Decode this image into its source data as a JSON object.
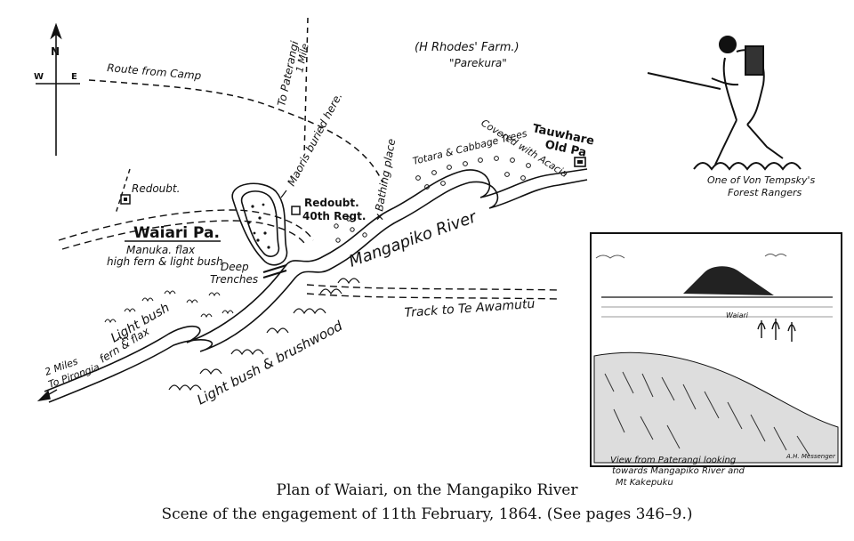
{
  "map": {
    "compass": {
      "n": "N",
      "w": "W",
      "e": "E"
    },
    "farm_line1": "(H Rhodes' Farm.)",
    "farm_line2": "\"Parekura\"",
    "labels": {
      "route_from_camp": "Route from Camp",
      "to_paterangi": "To Paterangi",
      "one_mile": "1 Mile",
      "maoris_buried": "Maoris buried here.",
      "bathing_place": "Bathing place",
      "totara": "Totara & Cabbage Trees",
      "covered_with": "Covered with Acacia",
      "tauwhare": "Tauwhare",
      "old_pa": "Old Pa",
      "redoubt_left": "Redoubt.",
      "redoubt_40th_1": "Redoubt.",
      "redoubt_40th_2": "40th Regt.",
      "waiari_pa": "Waiari Pa.",
      "manuka1": "Manuka. flax",
      "manuka2": "high fern & light bush",
      "deep": "Deep",
      "trenches": "Trenches",
      "mangapiko_river": "Mangapiko River",
      "track_to_te_awamutu": "Track to Te Awamutu",
      "light_bush": "Light bush",
      "fern_flax": "fern & flax",
      "two_miles": "2 Miles",
      "to_pirongia": "To Pirongia",
      "light_bush_brushwood": "Light bush & brushwood"
    },
    "ranger_caption1": "One of Von Tempsky's",
    "ranger_caption2": "Forest Rangers",
    "inset": {
      "waiari": "Waiari",
      "caption1": "View from Paterangi looking",
      "caption2": "towards Mangapiko River and",
      "caption3": "Mt Kakepuku",
      "signature": "A.H. Messenger"
    }
  },
  "caption": {
    "line1": "Plan of Waiari, on the Mangapiko River",
    "line2": "Scene of the engagement of 11th February, 1864.   (See pages 346–9.)"
  }
}
